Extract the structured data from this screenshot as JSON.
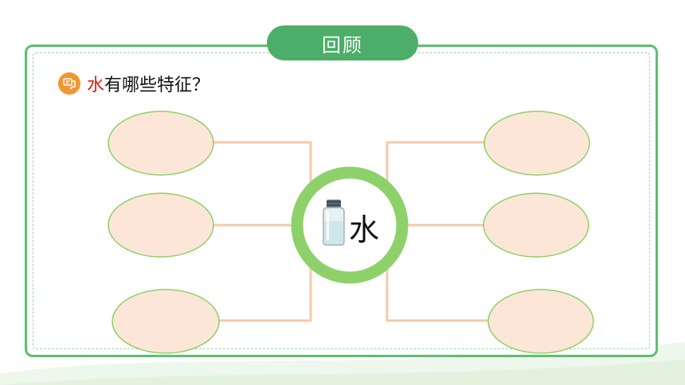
{
  "title": "回顾",
  "question": {
    "keyword": "水",
    "rest": "有哪些特征？"
  },
  "center": {
    "label": "水",
    "icon": "water-bottle-icon"
  },
  "colors": {
    "frame": "#5cc070",
    "title_pill": "#4cae68",
    "ring": "#8ed16b",
    "bubble_fill": "#fbe6d8",
    "bubble_stroke": "#8fcf63",
    "connector": "#f5c9a8",
    "question_icon": "#f29630",
    "keyword": "#e01b1b"
  },
  "bubbles": [
    {
      "id": "left-top",
      "text": ""
    },
    {
      "id": "left-middle",
      "text": ""
    },
    {
      "id": "left-bottom",
      "text": ""
    },
    {
      "id": "right-top",
      "text": ""
    },
    {
      "id": "right-middle",
      "text": ""
    },
    {
      "id": "right-bottom",
      "text": ""
    }
  ]
}
